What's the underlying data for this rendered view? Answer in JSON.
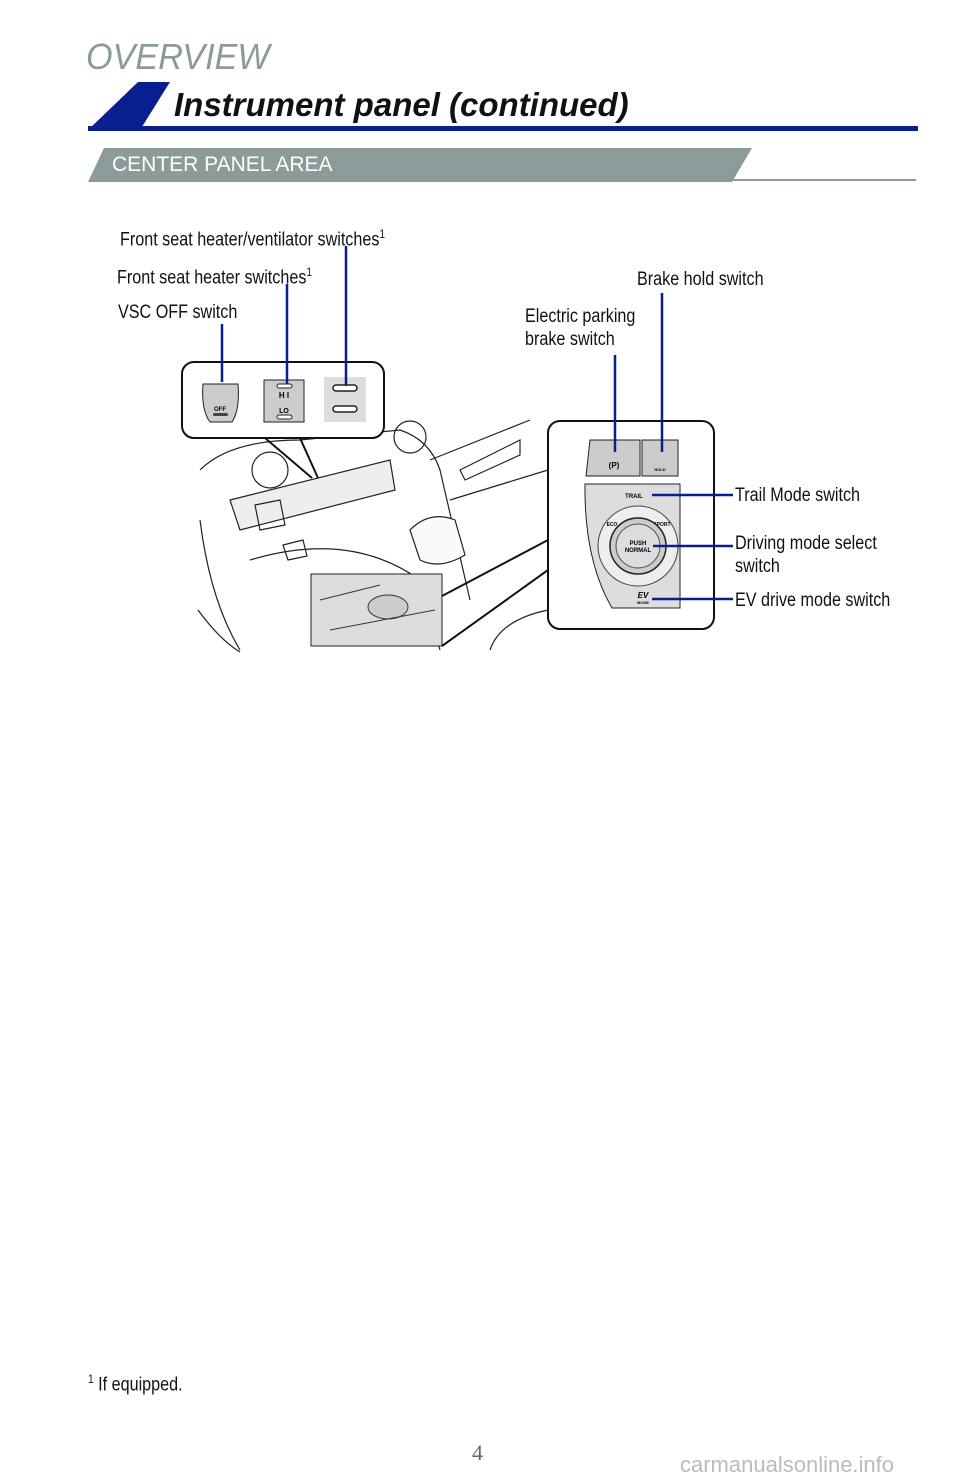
{
  "header": {
    "section": "OVERVIEW",
    "title": "Instrument panel (continued)",
    "subsection": "CENTER PANEL AREA"
  },
  "callouts": {
    "front_seat_heater_ventilator": "Front seat heater/ventilator switches",
    "front_seat_heater": "Front seat heater switches",
    "vsc_off": "VSC OFF switch",
    "brake_hold": "Brake hold switch",
    "electric_parking_line1": "Electric parking",
    "electric_parking_line2": "brake switch",
    "trail_mode": "Trail Mode switch",
    "driving_mode_line1": "Driving mode select",
    "driving_mode_line2": "switch",
    "ev_drive_mode": "EV drive mode switch",
    "footnote_marker": "1"
  },
  "switch_labels": {
    "off": "OFF",
    "hi": "H I",
    "lo": "LO",
    "hold": "HOLD",
    "trail": "TRAIL",
    "eco": "ECO",
    "sport": "SPORT",
    "push": "PUSH",
    "normal": "NORMAL",
    "ev": "EV",
    "mode": "MODE",
    "parking": "(P)"
  },
  "footnote": {
    "marker": "1",
    "text": "If equipped."
  },
  "page_number": "4",
  "watermark": "carmanualsonline.info",
  "colors": {
    "brand_blue": "#0a1f8f",
    "gray_bar": "#8c9a9a"
  }
}
